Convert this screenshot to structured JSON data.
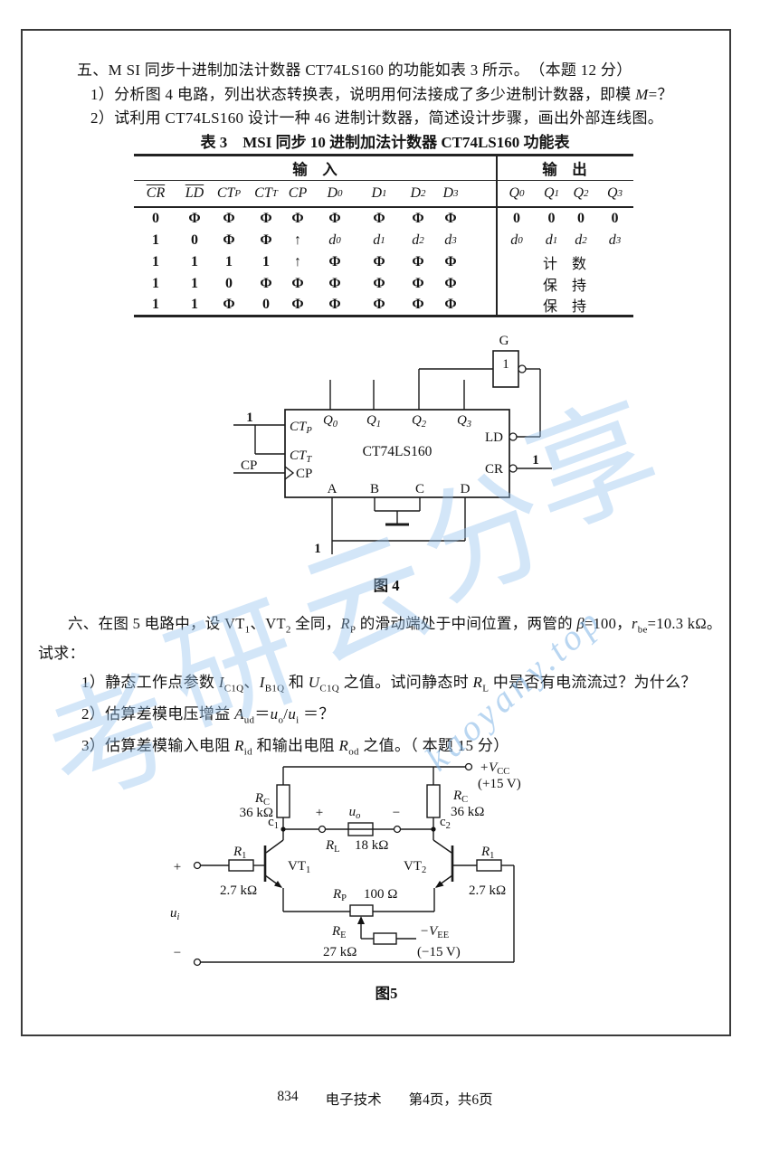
{
  "q5": {
    "line1": "五、M SI 同步十进制加法计数器 CT74LS160 的功能如表 3 所示。　（本题 12 分）",
    "item1": [
      "1）分析图 4 电路，列出状态转换表，说明用何法接成了多少进制计数器，即模 ",
      "M",
      "=？"
    ],
    "item2": "2）试利用 CT74LS160 设计一种 46 进制计数器，简述设计步骤，画出外部连线图。",
    "table_title": "表 3　MSI 同步 10 进制加法计数器 CT74LS160 功能表"
  },
  "table3": {
    "input_header": "输　入",
    "output_header": "输　出",
    "cols": [
      {
        "t": "CR",
        "s": ""
      },
      {
        "t": "LD",
        "s": ""
      },
      {
        "t": "CT",
        "s": "P"
      },
      {
        "t": "CT",
        "s": "T"
      },
      {
        "t": "CP",
        "s": ""
      },
      {
        "t": "D",
        "s": "0"
      },
      {
        "t": "D",
        "s": "1"
      },
      {
        "t": "D",
        "s": "2"
      },
      {
        "t": "D",
        "s": "3"
      },
      {
        "t": "Q",
        "s": "0"
      },
      {
        "t": "Q",
        "s": "1"
      },
      {
        "t": "Q",
        "s": "2"
      },
      {
        "t": "Q",
        "s": "3"
      }
    ],
    "rows": [
      {
        "in": [
          "0",
          "Φ",
          "Φ",
          "Φ",
          "Φ",
          "Φ",
          "Φ",
          "Φ",
          "Φ"
        ],
        "out": [
          "0",
          "0",
          "0",
          "0"
        ]
      },
      {
        "in": [
          "1",
          "0",
          "Φ",
          "Φ",
          "↑"
        ],
        "din": [
          {
            "t": "d",
            "s": "0"
          },
          {
            "t": "d",
            "s": "1"
          },
          {
            "t": "d",
            "s": "2"
          },
          {
            "t": "d",
            "s": "3"
          }
        ],
        "dout": [
          {
            "t": "d",
            "s": "0"
          },
          {
            "t": "d",
            "s": "1"
          },
          {
            "t": "d",
            "s": "2"
          },
          {
            "t": "d",
            "s": "3"
          }
        ]
      },
      {
        "in": [
          "1",
          "1",
          "1",
          "1",
          "↑",
          "Φ",
          "Φ",
          "Φ",
          "Φ"
        ],
        "out_text": "计　数"
      },
      {
        "in": [
          "1",
          "1",
          "0",
          "Φ",
          "Φ",
          "Φ",
          "Φ",
          "Φ",
          "Φ"
        ],
        "out_text": "保　持"
      },
      {
        "in": [
          "1",
          "1",
          "Φ",
          "0",
          "Φ",
          "Φ",
          "Φ",
          "Φ",
          "Φ"
        ],
        "out_text": "保　持"
      }
    ]
  },
  "fig4": {
    "g_label": "G",
    "g_inner": "1",
    "chip": "CT74LS160",
    "ctp": {
      "t": "CT",
      "s": "P"
    },
    "ctt": {
      "t": "CT",
      "s": "T"
    },
    "cp_pin": "CP",
    "cp_ext": "CP",
    "one_top": "1",
    "one_cr": "1",
    "one_bottom": "1",
    "ld": "LD",
    "cr": "CR",
    "q0": {
      "t": "Q",
      "s": "0"
    },
    "q1": {
      "t": "Q",
      "s": "1"
    },
    "q2": {
      "t": "Q",
      "s": "2"
    },
    "q3": {
      "t": "Q",
      "s": "3"
    },
    "a": "A",
    "b": "B",
    "c": "C",
    "d": "D",
    "caption": "图 4"
  },
  "q6": {
    "intro": [
      "六、在图 5 电路中，设 VT",
      "1",
      "、VT",
      "2",
      " 全同，",
      "R",
      "P",
      " 的滑动端处于中间位置，两管的 ",
      "β",
      "=100，",
      "r",
      "be",
      "=10.3 kΩ。"
    ],
    "shiqiu": "试求：",
    "item1": [
      "1）静态工作点参数 ",
      "I",
      "C1Q",
      "、",
      "I",
      "B1Q",
      " 和 ",
      "U",
      "C1Q",
      " 之值。试问静态时 ",
      "R",
      "L",
      " 中是否有电流流过？为什么？"
    ],
    "item2": [
      "2）估算差模电压增益 ",
      "A",
      "ud",
      "＝",
      "u",
      "o",
      "/",
      "u",
      "i",
      " ＝？"
    ],
    "item3": [
      "3）估算差模输入电阻 ",
      "R",
      "id",
      " 和输出电阻 ",
      "R",
      "od",
      " 之值。（ 本题 15 分）"
    ]
  },
  "fig5": {
    "vcc_t": "+V",
    "vcc_s": "CC",
    "vcc_val": "(+15 V)",
    "vee_t": "−V",
    "vee_s": "EE",
    "vee_val": "(−15 V)",
    "rc_t": "R",
    "rc_s": "C",
    "rc_val": "36 kΩ",
    "rl_t": "R",
    "rl_s": "L",
    "rl_val": "18 kΩ",
    "r1_t": "R",
    "r1_s": "1",
    "r1_val": "2.7 kΩ",
    "rp_t": "R",
    "rp_s": "P",
    "rp_val": "100 Ω",
    "re_t": "R",
    "re_s": "E",
    "re_val": "27 kΩ",
    "c1_t": "c",
    "c1_s": "1",
    "c2_t": "c",
    "c2_s": "2",
    "vt1_t": "VT",
    "vt1_s": "1",
    "vt2_t": "VT",
    "vt2_s": "2",
    "uo_t": "u",
    "uo_s": "o",
    "ui_t": "u",
    "ui_s": "i",
    "plus": "+",
    "minus": "−",
    "caption": "图5"
  },
  "footer": {
    "code": "834",
    "subject": "电子技术",
    "page_info": "第4页，共6页"
  },
  "watermark": {
    "url": "kaoyany.top",
    "chars": [
      "考",
      "研",
      "云",
      "分",
      "享"
    ]
  }
}
